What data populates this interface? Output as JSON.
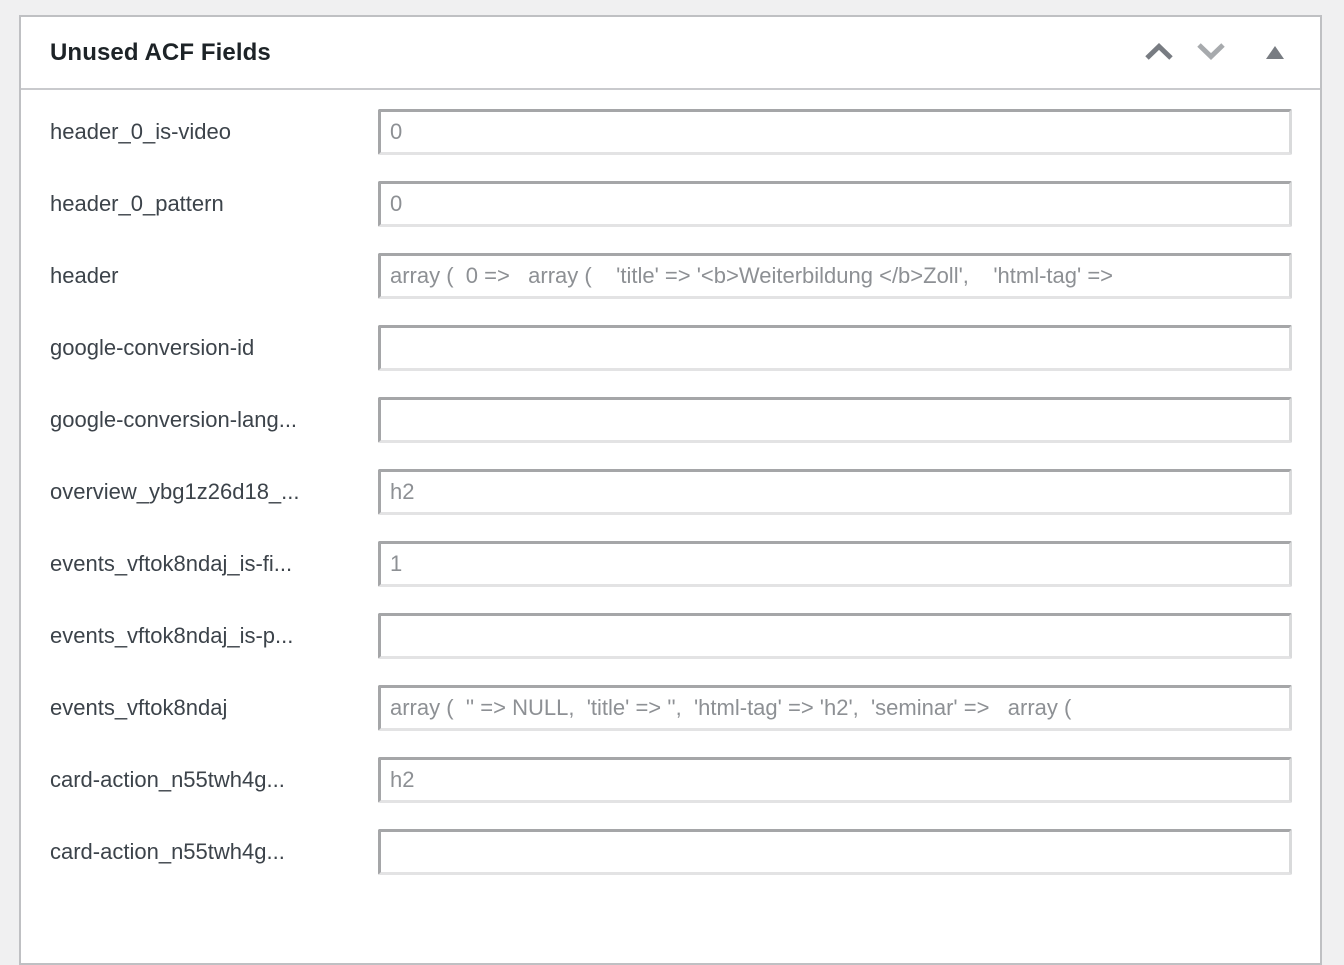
{
  "metabox": {
    "title": "Unused ACF Fields",
    "controls": {
      "move_up_icon": "chevron-up",
      "move_down_icon": "chevron-down",
      "toggle_icon": "triangle-up"
    },
    "colors": {
      "page_background": "#f0f0f1",
      "box_background": "#ffffff",
      "box_border": "#bfc0c3",
      "title_text": "#1d2327",
      "label_text": "#3c434a",
      "input_text": "#8d9094",
      "icon_dark": "#787c82",
      "icon_light": "#a7aaad"
    },
    "fields": [
      {
        "label": "header_0_is-video",
        "value": "0"
      },
      {
        "label": "header_0_pattern",
        "value": "0"
      },
      {
        "label": "header",
        "value": "array (  0 =>   array (    'title' => '<b>Weiterbildung </b>Zoll',    'html-tag' =>"
      },
      {
        "label": "google-conversion-id",
        "value": ""
      },
      {
        "label": "google-conversion-lang...",
        "value": ""
      },
      {
        "label": "overview_ybg1z26d18_...",
        "value": "h2"
      },
      {
        "label": "events_vftok8ndaj_is-fi...",
        "value": "1"
      },
      {
        "label": "events_vftok8ndaj_is-p...",
        "value": ""
      },
      {
        "label": "events_vftok8ndaj",
        "value": "array (  '' => NULL,  'title' => '',  'html-tag' => 'h2',  'seminar' =>   array ("
      },
      {
        "label": "card-action_n55twh4g...",
        "value": "h2"
      },
      {
        "label": "card-action_n55twh4g...",
        "value": ""
      }
    ]
  }
}
